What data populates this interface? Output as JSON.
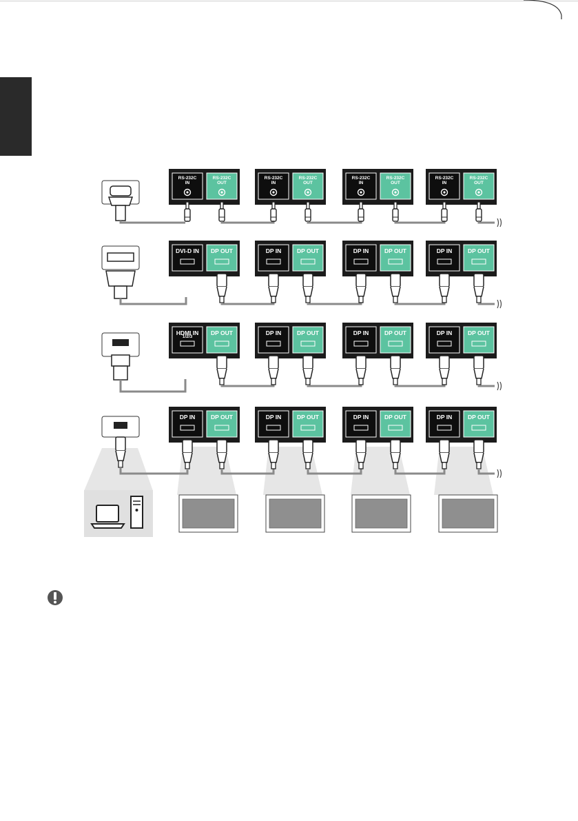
{
  "colors": {
    "panel": "#1b1b1b",
    "port_green": "#5cc3a0",
    "cable": "#8a8a8a",
    "tab": "#2a2a2a",
    "pc_box": "#e0e0e0",
    "monitor_screen": "#8f8f8f",
    "beam": "#e6e6e6",
    "note": "#555555"
  },
  "icons": [
    "warning-icon",
    "vga-port-icon",
    "dvi-port-icon",
    "hdmi-port-icon",
    "displayport-port-icon",
    "laptop-icon",
    "desktop-tower-icon",
    "monitor-icon",
    "cable-continuation-icon"
  ],
  "rows": [
    {
      "name": "rs232c",
      "source_connector": "d-sub",
      "first_in": "RS-232C IN",
      "in_label": "RS-232C IN",
      "out_label": "RS-232C OUT"
    },
    {
      "name": "dvi",
      "source_connector": "dvi",
      "first_in": "DVI-D IN",
      "in_label": "DP IN",
      "out_label": "DP OUT"
    },
    {
      "name": "hdmi",
      "source_connector": "hdmi",
      "first_in": "HDMI IN",
      "first_in_sub": "1/2/3",
      "in_label": "DP IN",
      "out_label": "DP OUT"
    },
    {
      "name": "dp",
      "source_connector": "displayport",
      "first_in": "DP IN",
      "in_label": "DP IN",
      "out_label": "DP OUT"
    }
  ],
  "monitor_count": 4
}
